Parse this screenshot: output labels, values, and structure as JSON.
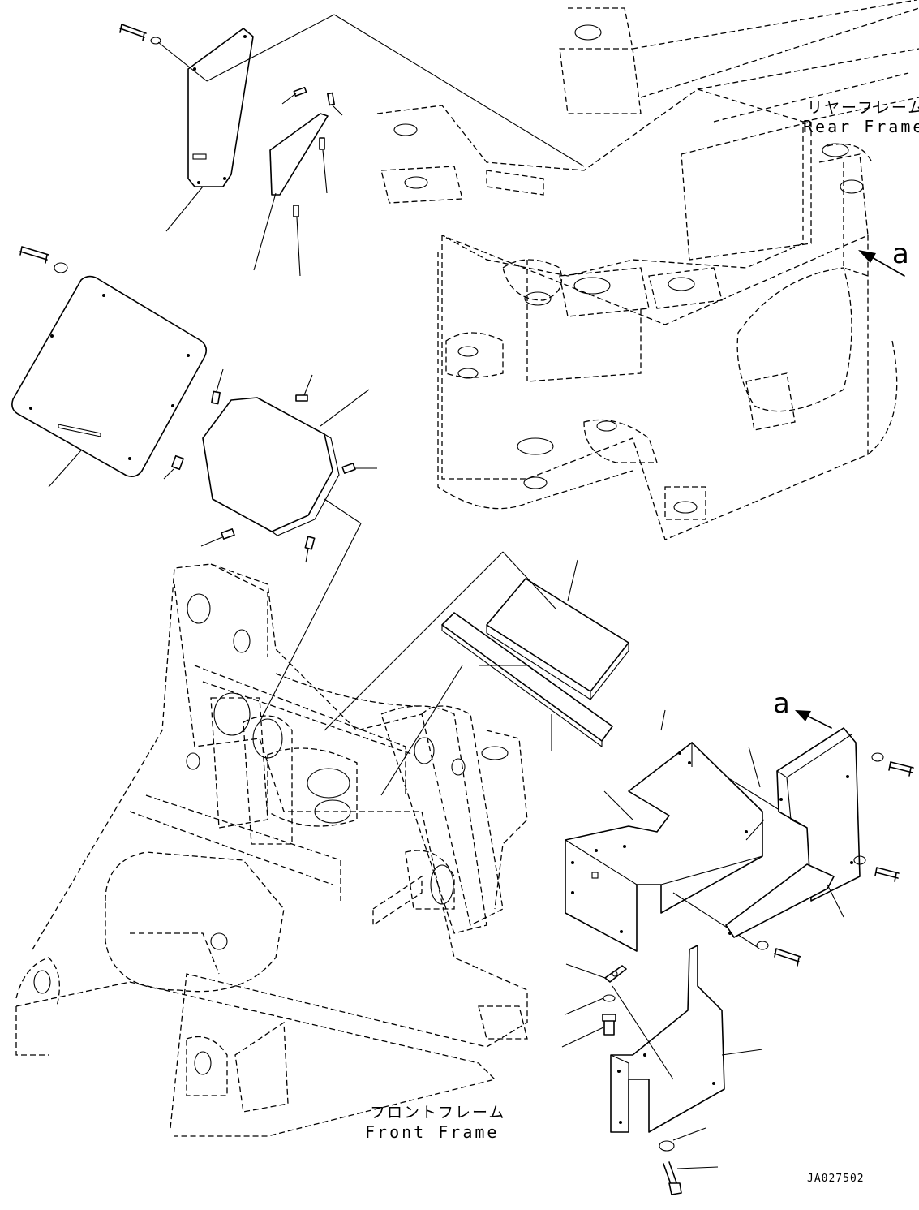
{
  "labels": {
    "rear_frame_jp": "リヤーフレーム",
    "rear_frame_en": "Rear Frame",
    "front_frame_jp": "フロントフレーム",
    "front_frame_en": "Front Frame",
    "view_arrow_top": "a",
    "view_arrow_bottom": "a",
    "drawing_code": "JA027502"
  },
  "colors": {
    "line": "#000000",
    "background": "#ffffff"
  }
}
